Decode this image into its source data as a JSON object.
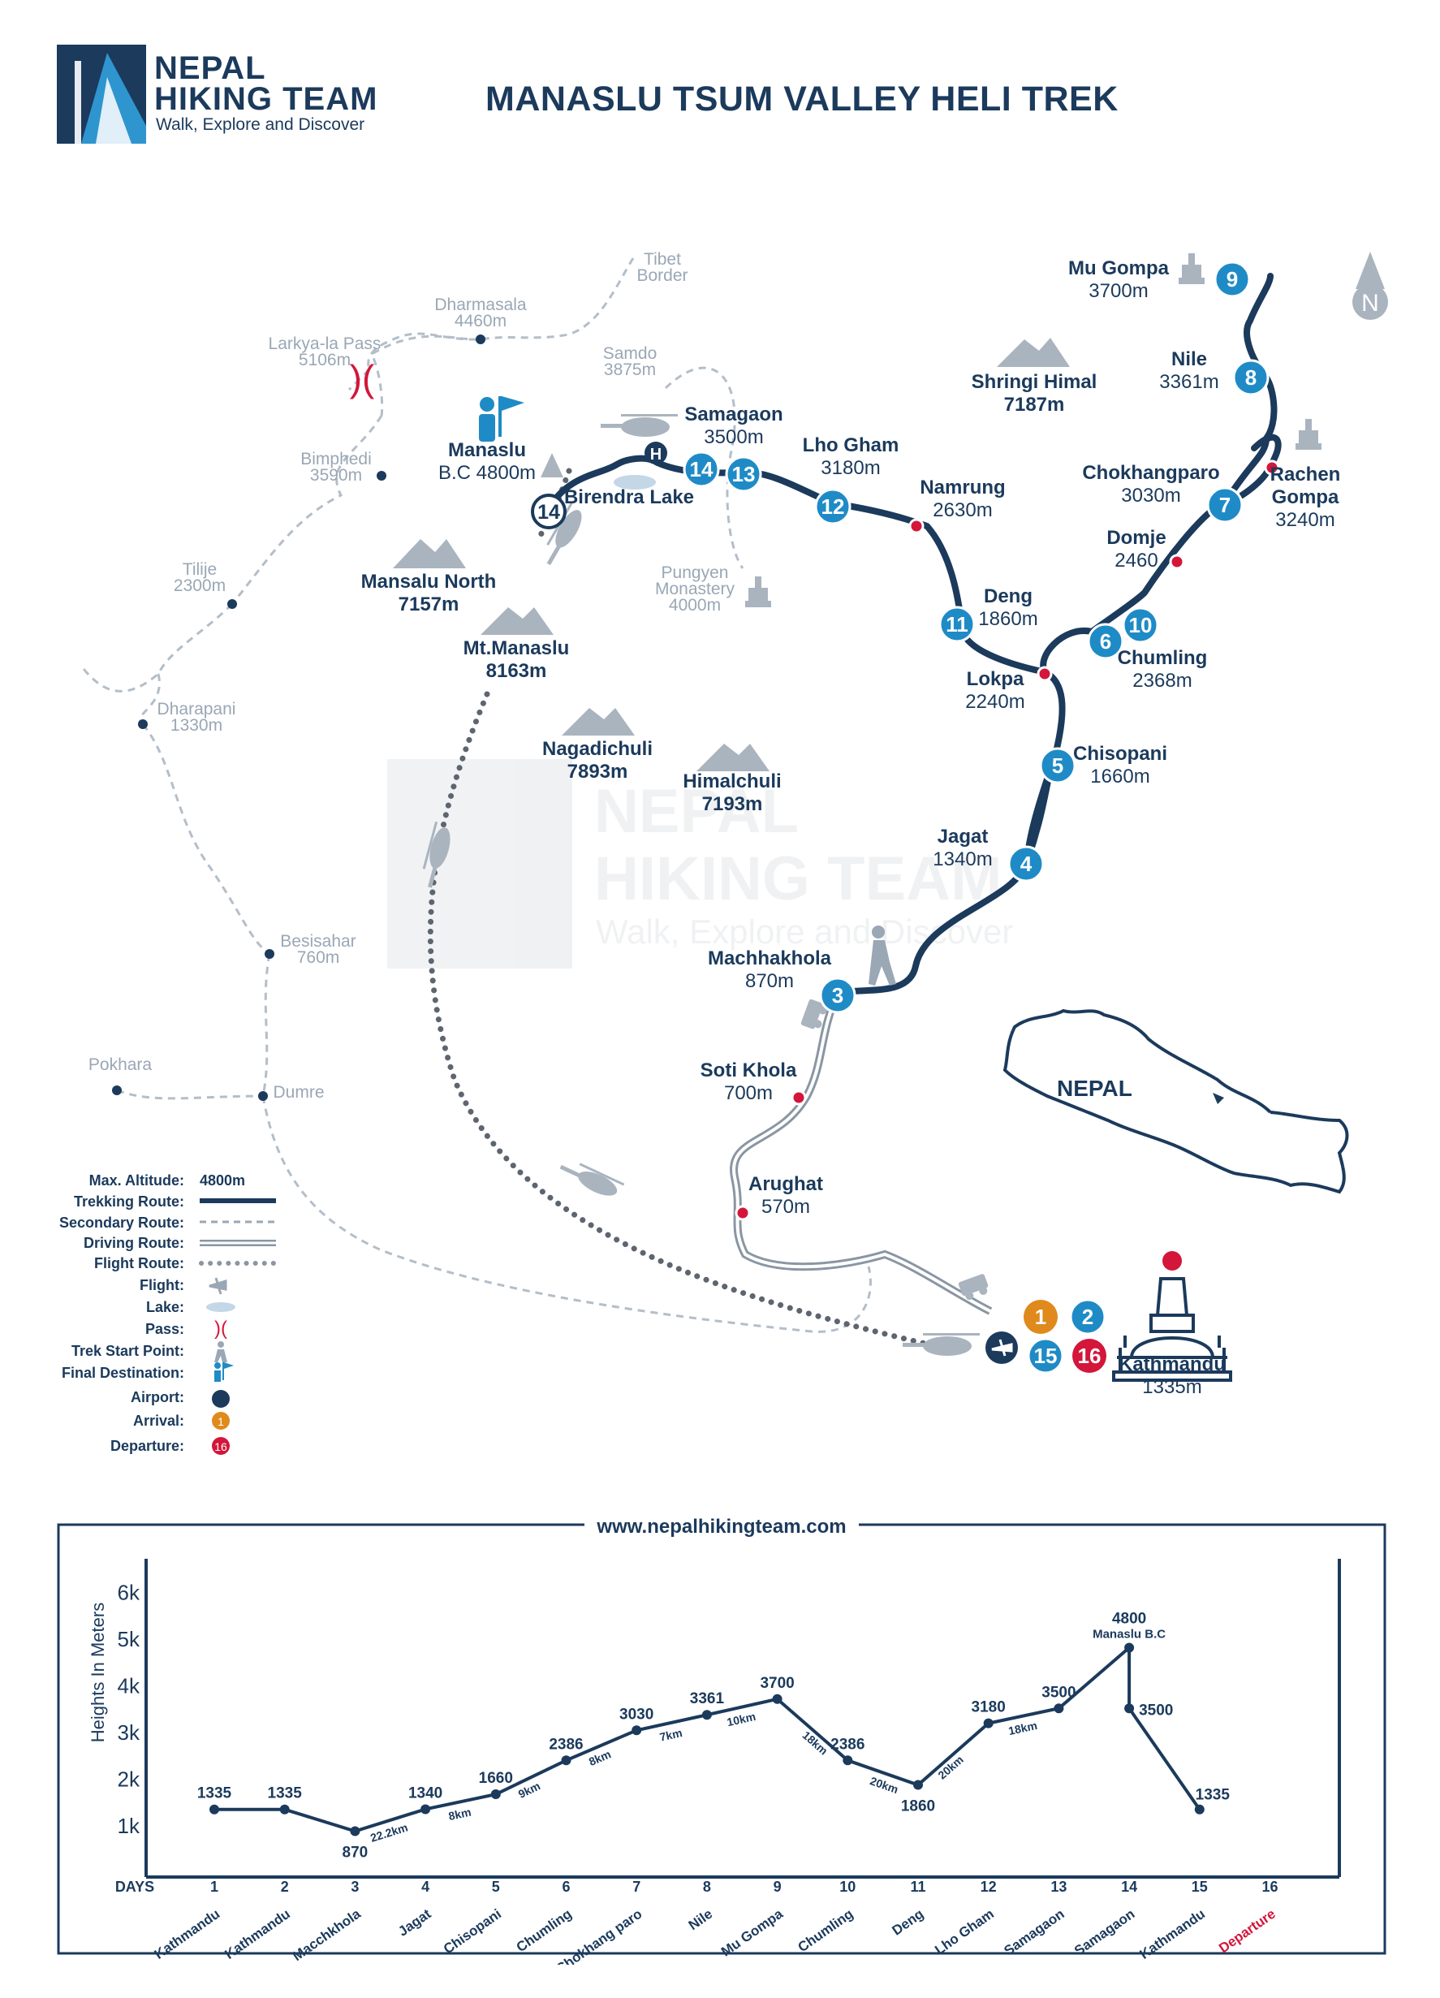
{
  "brand": {
    "name_line1": "NEPAL",
    "name_line2": "HIKING TEAM",
    "tagline": "Walk, Explore and Discover",
    "website": "www.nepalhikingteam.com"
  },
  "title": "MANASLU TSUM VALLEY HELI TREK",
  "colors": {
    "navy": "#1b3a5c",
    "blue": "#1f8bc6",
    "orange": "#e0891c",
    "red": "#d3163a",
    "grey": "#9aa7b5",
    "light_grey": "#b4bec9"
  },
  "compass": {
    "label": "N"
  },
  "map": {
    "main_labels": [
      {
        "name": "Mu Gompa",
        "alt": "3700m"
      },
      {
        "name": "Nile",
        "alt": "3361m"
      },
      {
        "name": "Rachen",
        "alt": "Gompa"
      },
      {
        "name": "",
        "alt": "3240m"
      },
      {
        "name": "Chokhangparo",
        "alt": "3030m"
      },
      {
        "name": "Domje",
        "alt": "2460"
      },
      {
        "name": "Chumling",
        "alt": "2368m"
      },
      {
        "name": "Deng",
        "alt": "1860m"
      },
      {
        "name": "Lokpa",
        "alt": "2240m"
      },
      {
        "name": "Chisopani",
        "alt": "1660m"
      },
      {
        "name": "Jagat",
        "alt": "1340m"
      },
      {
        "name": "Machhakhola",
        "alt": "870m"
      },
      {
        "name": "Soti Khola",
        "alt": "700m"
      },
      {
        "name": "Arughat",
        "alt": "570m"
      },
      {
        "name": "Namrung",
        "alt": "2630m"
      },
      {
        "name": "Lho Gham",
        "alt": "3180m"
      },
      {
        "name": "Samagaon",
        "alt": "3500m"
      },
      {
        "name": "Manaslu",
        "alt": "B.C 4800m"
      },
      {
        "name": "Birendra Lake",
        "alt": ""
      },
      {
        "name": "Kathmandu",
        "alt": "1335m"
      }
    ],
    "grey_labels": [
      {
        "name": "Tibet",
        "alt": "Border"
      },
      {
        "name": "Dharmasala",
        "alt": "4460m"
      },
      {
        "name": "Larkya-la Pass",
        "alt": "5106m"
      },
      {
        "name": "Samdo",
        "alt": "3875m"
      },
      {
        "name": "Bimphedi",
        "alt": "3590m"
      },
      {
        "name": "Tilije",
        "alt": "2300m"
      },
      {
        "name": "Dharapani",
        "alt": "1330m"
      },
      {
        "name": "Besisahar",
        "alt": "760m"
      },
      {
        "name": "Pokhara",
        "alt": ""
      },
      {
        "name": "Dumre",
        "alt": ""
      },
      {
        "name": "Pungyen",
        "alt": "Monastery"
      },
      {
        "name": "",
        "alt": "4000m"
      }
    ],
    "peaks": [
      {
        "name": "Shringi Himal",
        "alt": "7187m"
      },
      {
        "name": "Mansalu North",
        "alt": "7157m"
      },
      {
        "name": "Mt.Manaslu",
        "alt": "8163m"
      },
      {
        "name": "Nagadichuli",
        "alt": "7893m"
      },
      {
        "name": "Himalchuli",
        "alt": "7193m"
      }
    ],
    "day_markers": [
      "9",
      "8",
      "7",
      "6",
      "10",
      "11",
      "5",
      "4",
      "3",
      "12",
      "13",
      "14",
      "14",
      "2",
      "15"
    ],
    "arrival_marker": "1",
    "departure_marker": "16",
    "heli_pad": "H",
    "inset_label": "NEPAL",
    "watermark": {
      "line1": "NEPAL",
      "line2": "HIKING TEAM",
      "line3": "Walk, Explore and Discover"
    }
  },
  "legend": {
    "max_altitude_label": "Max. Altitude:",
    "max_altitude_value": "4800m",
    "items": [
      "Trekking Route:",
      "Secondary Route:",
      "Driving Route:",
      "Flight Route:",
      "Flight:",
      "Lake:",
      "Pass:",
      "Trek Start Point:",
      "Final Destination:",
      "Airport:",
      "Arrival:",
      "Departure:"
    ],
    "arrival_badge": "1",
    "departure_badge": "16"
  },
  "chart_data": {
    "type": "line",
    "ylabel": "Heights In Meters",
    "xlabel": "DAYS",
    "ylim": [
      0,
      6500
    ],
    "yticks": [
      "1k",
      "2k",
      "3k",
      "4k",
      "5k",
      "6k"
    ],
    "days": [
      "1",
      "2",
      "3",
      "4",
      "5",
      "6",
      "7",
      "8",
      "9",
      "10",
      "11",
      "12",
      "13",
      "14",
      "15",
      "16"
    ],
    "places": [
      "Kathmandu",
      "Kathmandu",
      "Macchkhola",
      "Jagat",
      "Chisopani",
      "Chumling",
      "Chokhang paro",
      "Nile",
      "Mu Gompa",
      "Chumling",
      "Deng",
      "Lho Gham",
      "Samagaon",
      "Samagaon",
      "Kathmandu",
      "Departure"
    ],
    "points": [
      {
        "day": 1,
        "alt": 1335,
        "label": "1335"
      },
      {
        "day": 2,
        "alt": 1335,
        "label": "1335"
      },
      {
        "day": 3,
        "alt": 870,
        "label": "870"
      },
      {
        "day": 4,
        "alt": 1340,
        "label": "1340"
      },
      {
        "day": 5,
        "alt": 1660,
        "label": "1660"
      },
      {
        "day": 6,
        "alt": 2386,
        "label": "2386"
      },
      {
        "day": 7,
        "alt": 3030,
        "label": "3030"
      },
      {
        "day": 8,
        "alt": 3361,
        "label": "3361"
      },
      {
        "day": 9,
        "alt": 3700,
        "label": "3700"
      },
      {
        "day": 10,
        "alt": 2386,
        "label": "2386"
      },
      {
        "day": 11,
        "alt": 1860,
        "label": "1860"
      },
      {
        "day": 12,
        "alt": 3180,
        "label": "3180"
      },
      {
        "day": 13,
        "alt": 3500,
        "label": "3500"
      },
      {
        "day": 14,
        "alt": 4800,
        "label": "4800"
      },
      {
        "day": 14,
        "alt": 3500,
        "label": "3500"
      },
      {
        "day": 15,
        "alt": 1335,
        "label": "1335"
      }
    ],
    "peak_caption": "Manaslu B.C",
    "distances": [
      "22.2km",
      "8km",
      "9km",
      "8km",
      "7km",
      "10km",
      "18km",
      "20km",
      "20km",
      "18km"
    ]
  }
}
